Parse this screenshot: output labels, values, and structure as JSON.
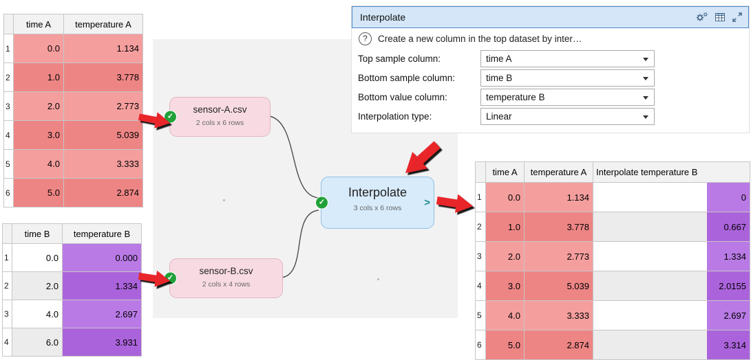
{
  "colors": {
    "red_light": "#f59e9e",
    "red_dark": "#ee8585",
    "purple_light": "#b97ae6",
    "purple_dark": "#ab63dc",
    "alt_gray": "#ececec",
    "node_pink": "#f8dbe2",
    "node_pink_border": "#e2b4c1",
    "node_blue": "#d8ebfb",
    "node_blue_border": "#8fc0e6",
    "titlebar_blue": "#d4e6f7",
    "titlebar_border": "#4a86c8",
    "arrow_red": "#e8252b",
    "check_green": "#22a13a",
    "chevron_teal": "#1b8a8e",
    "canvas_gray": "#f2f2f2"
  },
  "icons": {
    "check_glyph": "✓",
    "titlebar": [
      "options-gear-icon",
      "table-view-icon",
      "expand-icon"
    ],
    "help": "circled-question-icon",
    "node_status": "check-circle-icon",
    "annotations": "red-arrow"
  },
  "sensor_a_table": {
    "headers": [
      "time A",
      "temperature A"
    ],
    "rows": [
      [
        "1",
        "0.0",
        "1.134"
      ],
      [
        "2",
        "1.0",
        "3.778"
      ],
      [
        "3",
        "2.0",
        "2.773"
      ],
      [
        "4",
        "3.0",
        "5.039"
      ],
      [
        "5",
        "4.0",
        "3.333"
      ],
      [
        "6",
        "5.0",
        "2.874"
      ]
    ]
  },
  "sensor_b_table": {
    "headers": [
      "time B",
      "temperature B"
    ],
    "rows": [
      [
        "1",
        "0.0",
        "0.000"
      ],
      [
        "2",
        "2.0",
        "1.334"
      ],
      [
        "3",
        "4.0",
        "2.697"
      ],
      [
        "4",
        "6.0",
        "3.931"
      ]
    ]
  },
  "result_table": {
    "headers": [
      "time A",
      "temperature A",
      "Interpolate temperature B"
    ],
    "rows": [
      [
        "1",
        "0.0",
        "1.134",
        "0"
      ],
      [
        "2",
        "1.0",
        "3.778",
        "0.667"
      ],
      [
        "3",
        "2.0",
        "2.773",
        "1.334"
      ],
      [
        "4",
        "3.0",
        "5.039",
        "2.0155"
      ],
      [
        "5",
        "4.0",
        "3.333",
        "2.697"
      ],
      [
        "6",
        "5.0",
        "2.874",
        "3.314"
      ]
    ]
  },
  "nodes": {
    "sensor_a": {
      "title": "sensor-A.csv",
      "subtitle": "2 cols x 6 rows"
    },
    "sensor_b": {
      "title": "sensor-B.csv",
      "subtitle": "2 cols x 4 rows"
    },
    "interpolate": {
      "title": "Interpolate",
      "subtitle": "3 cols x 6 rows",
      "output_marker": ">"
    }
  },
  "dialog": {
    "title": "Interpolate",
    "help_icon": "?",
    "help_text": "Create a new column in the top dataset by inter…",
    "fields": [
      {
        "label": "Top sample column:",
        "value": "time A"
      },
      {
        "label": "Bottom sample column:",
        "value": "time B"
      },
      {
        "label": "Bottom value column:",
        "value": "temperature B"
      },
      {
        "label": "Interpolation type:",
        "value": "Linear"
      }
    ]
  }
}
